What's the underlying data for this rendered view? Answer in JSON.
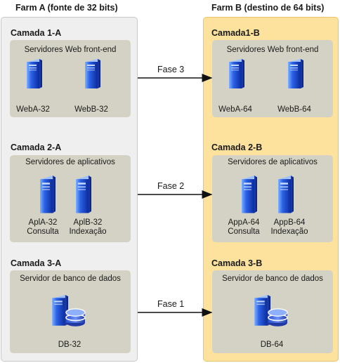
{
  "farm_a": {
    "title": "Farm A (fonte de 32 bits)",
    "tier1": {
      "title": "Camada 1-A",
      "group": "Servidores Web front-end",
      "servers": [
        "WebA-32",
        "WebB-32"
      ]
    },
    "tier2": {
      "title": "Camada 2-A",
      "group": "Servidores de aplicativos",
      "servers": [
        {
          "name": "AplA-32",
          "role": "Consulta"
        },
        {
          "name": "AplB-32",
          "role": "Indexação"
        }
      ]
    },
    "tier3": {
      "title": "Camada 3-A",
      "group": "Servidor de banco de dados",
      "server": "DB-32"
    }
  },
  "farm_b": {
    "title": "Farm B (destino de 64 bits)",
    "tier1": {
      "title": "Camada1-B",
      "group": "Servidores Web front-end",
      "servers": [
        "WebA-64",
        "WebB-64"
      ]
    },
    "tier2": {
      "title": "Camada 2-B",
      "group": "Servidores de aplicativos",
      "servers": [
        {
          "name": "AppA-64",
          "role": "Consulta"
        },
        {
          "name": "AppB-64",
          "role": "Indexação"
        }
      ]
    },
    "tier3": {
      "title": "Camada 3-B",
      "group": "Servidor de banco de dados",
      "server": "DB-64"
    }
  },
  "phases": {
    "phase3": "Fase 3",
    "phase2": "Fase 2",
    "phase1": "Fase 1"
  },
  "colors": {
    "farm_a_bg": "#efefef",
    "farm_b_bg": "#fde29e",
    "group_bg": "#d4d2c4",
    "server_blue": "#1f4fd8"
  }
}
